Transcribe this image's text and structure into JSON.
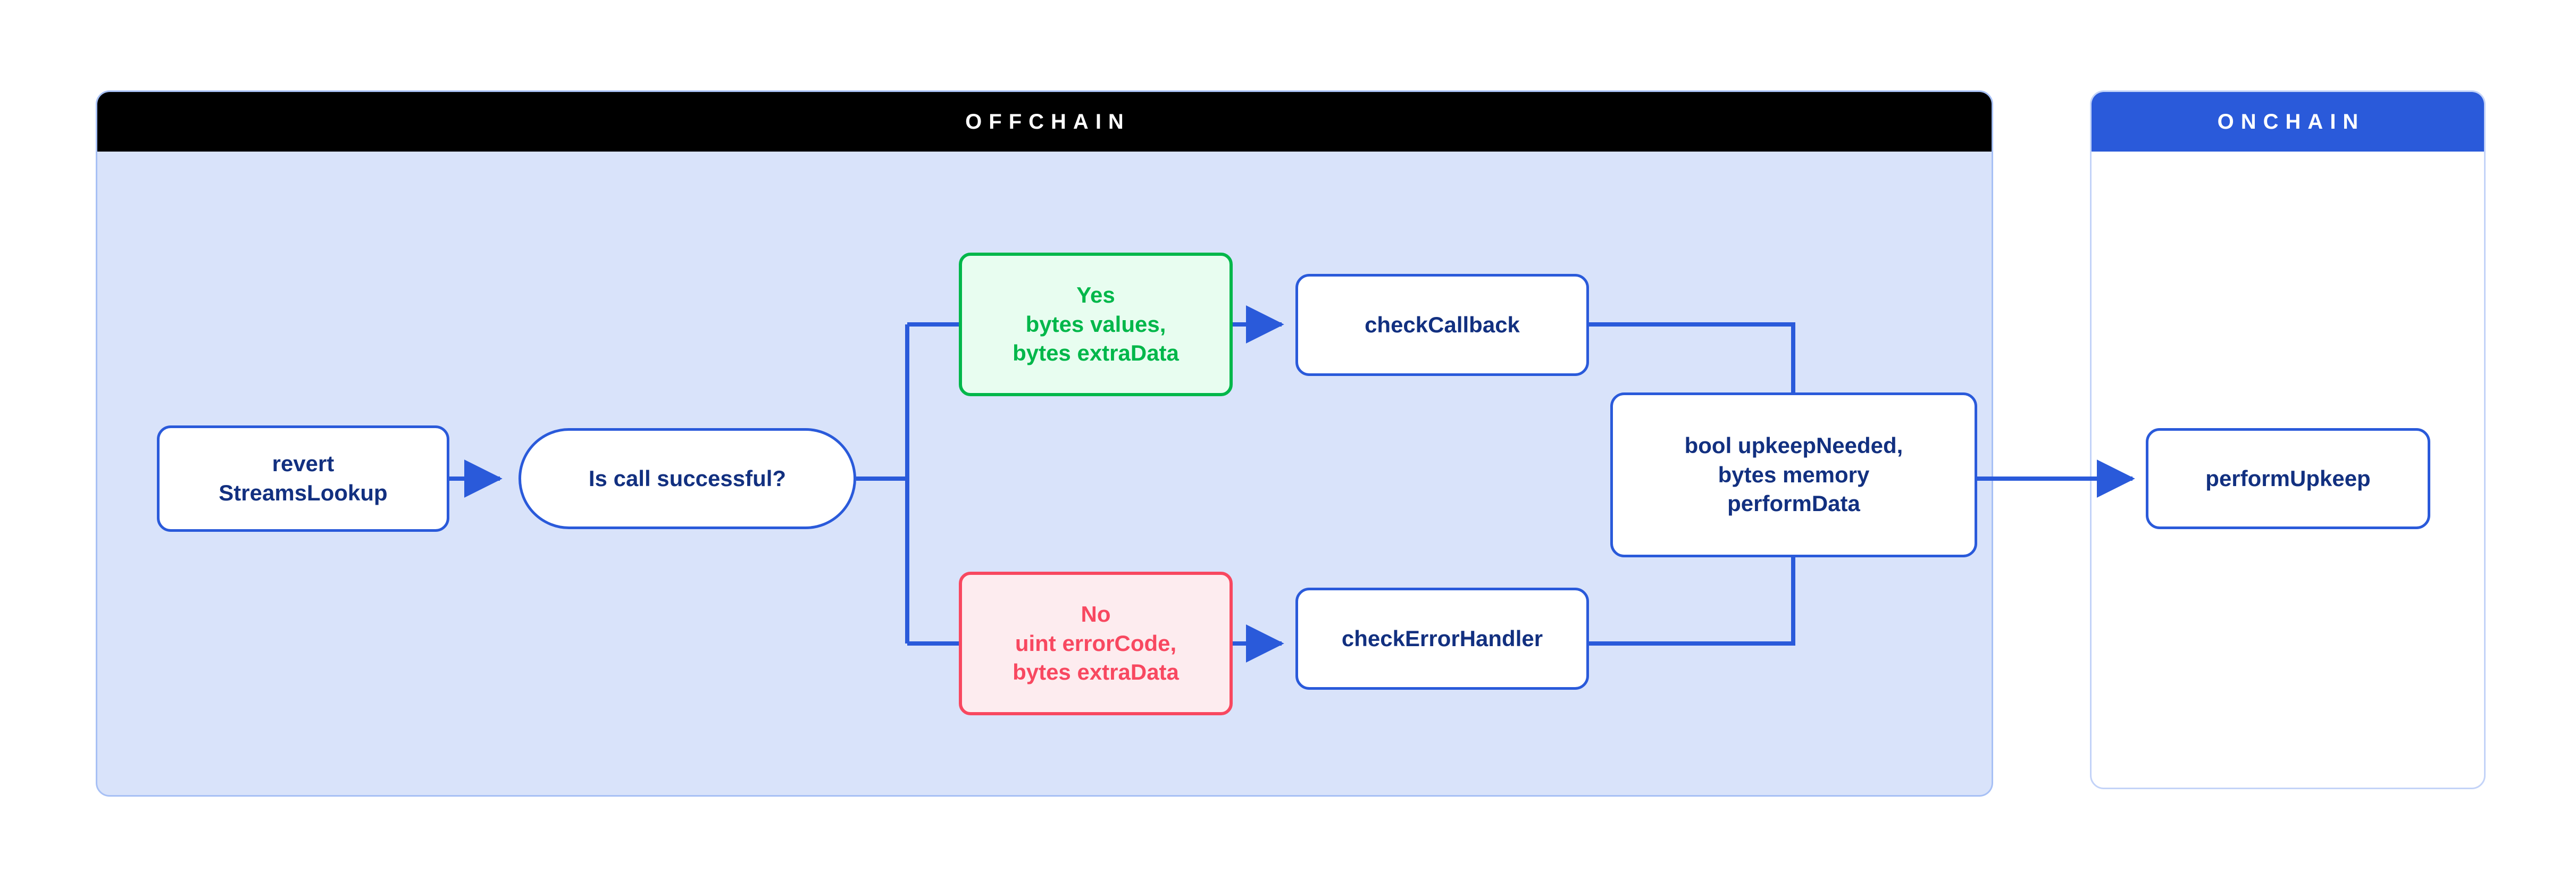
{
  "panels": {
    "offchain": {
      "title": "OFFCHAIN",
      "header_bg": "#000000",
      "body_bg": "#d9e3fa",
      "border": "#a7c0f5"
    },
    "onchain": {
      "title": "ONCHAIN",
      "header_bg": "#2a5ada",
      "body_bg": "#ffffff",
      "border": "#c3d3f8"
    }
  },
  "colors": {
    "flow_blue": "#2a5ada",
    "node_text_navy": "#123080",
    "success_green": "#00b74a",
    "success_green_fill": "#e8fdf0",
    "error_red": "#f84860",
    "error_red_fill": "#fdecef",
    "panel_blue_fill": "#d9e3fa",
    "white": "#ffffff",
    "black": "#000000"
  },
  "nodes": {
    "revert": {
      "label": "revert\nStreamsLookup",
      "shape": "rounded-rect",
      "panel": "offchain"
    },
    "decision": {
      "label": "Is call successful?",
      "shape": "pill",
      "panel": "offchain"
    },
    "yes": {
      "label": "Yes\nbytes values,\nbytes extraData",
      "shape": "rounded-rect",
      "panel": "offchain",
      "variant": "success"
    },
    "no": {
      "label": "No\nuint errorCode,\nbytes extraData",
      "shape": "rounded-rect",
      "panel": "offchain",
      "variant": "error"
    },
    "check_callback": {
      "label": "checkCallback",
      "shape": "rounded-rect",
      "panel": "offchain"
    },
    "check_error": {
      "label": "checkErrorHandler",
      "shape": "rounded-rect",
      "panel": "offchain"
    },
    "upkeep_data": {
      "label": "bool upkeepNeeded,\nbytes memory\nperformData",
      "shape": "rounded-rect",
      "panel": "offchain"
    },
    "perform_upkeep": {
      "label": "performUpkeep",
      "shape": "rounded-rect",
      "panel": "onchain"
    }
  },
  "chart_data": {
    "type": "diagram",
    "title": "",
    "diagram_kind": "flowchart",
    "direction": "left-to-right",
    "groups": [
      {
        "id": "offchain",
        "label": "OFFCHAIN",
        "members": [
          "revert",
          "decision",
          "yes",
          "no",
          "check_callback",
          "check_error",
          "upkeep_data"
        ]
      },
      {
        "id": "onchain",
        "label": "ONCHAIN",
        "members": [
          "perform_upkeep"
        ]
      }
    ],
    "edges": [
      {
        "from": "revert",
        "to": "decision",
        "arrow": true,
        "label": ""
      },
      {
        "from": "decision",
        "to": "yes",
        "arrow": false,
        "label": "Yes",
        "routing": "orthogonal-branch-up"
      },
      {
        "from": "decision",
        "to": "no",
        "arrow": false,
        "label": "No",
        "routing": "orthogonal-branch-down"
      },
      {
        "from": "yes",
        "to": "check_callback",
        "arrow": true,
        "label": ""
      },
      {
        "from": "no",
        "to": "check_error",
        "arrow": true,
        "label": ""
      },
      {
        "from": "check_callback",
        "to": "upkeep_data",
        "arrow": false,
        "label": "",
        "routing": "orthogonal-merge-down"
      },
      {
        "from": "check_error",
        "to": "upkeep_data",
        "arrow": false,
        "label": "",
        "routing": "orthogonal-merge-up"
      },
      {
        "from": "upkeep_data",
        "to": "perform_upkeep",
        "arrow": true,
        "label": ""
      }
    ]
  }
}
